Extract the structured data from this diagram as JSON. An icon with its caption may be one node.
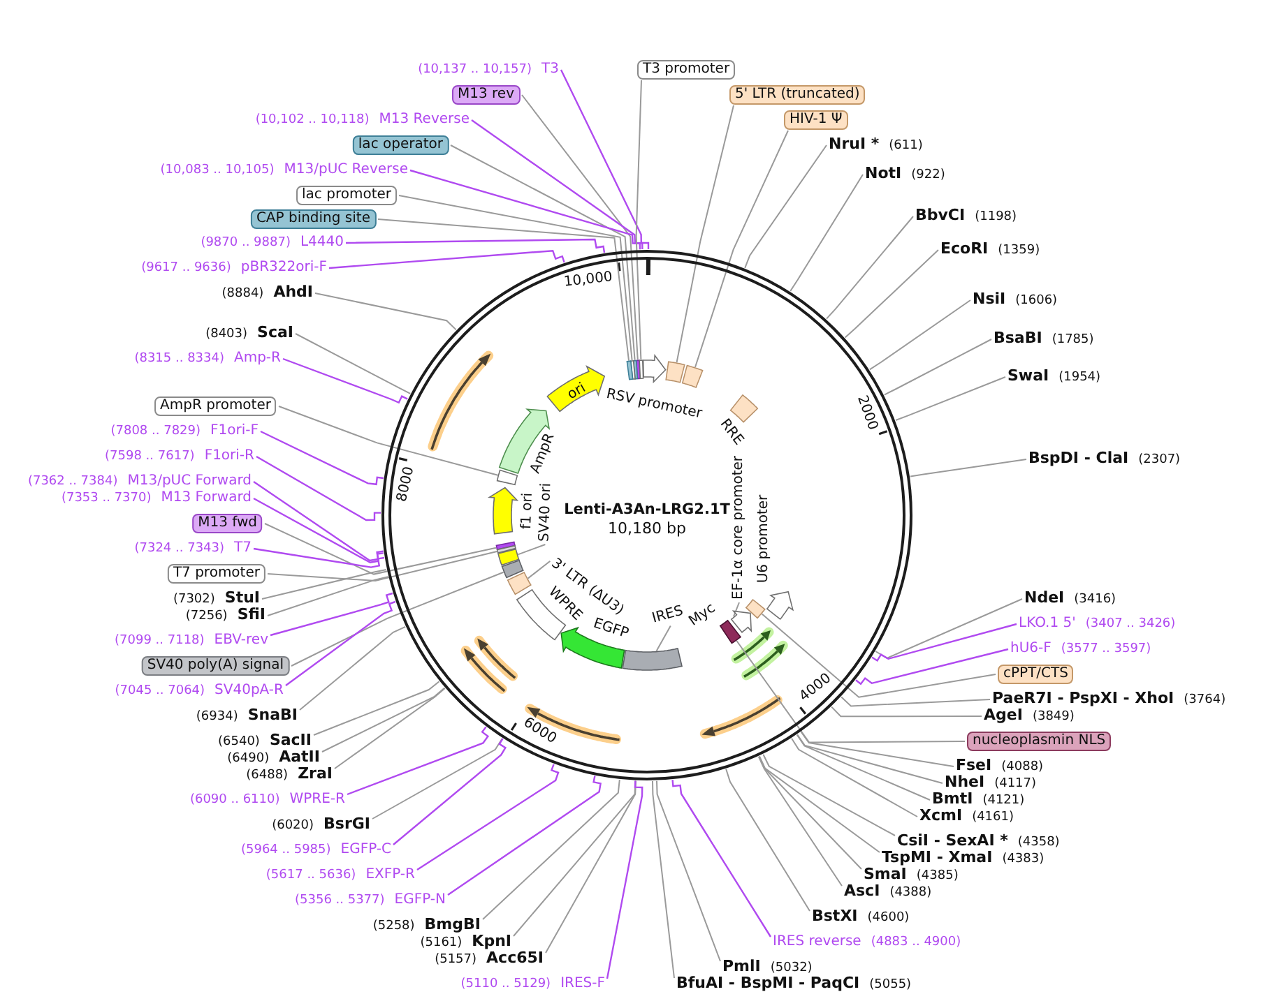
{
  "diagram": {
    "title": "Lenti-A3An-LRG2.1T",
    "nodes": [
      {
        "text": [
          "(10,137 .. 10,157)",
          "T3"
        ]
      },
      {
        "text": [
          "M13 rev"
        ]
      },
      {
        "text": [
          "(10,102 .. 10,118)",
          "M13 Reverse"
        ]
      },
      {
        "text": [
          "lac operator"
        ]
      },
      {
        "text": [
          "(10,083 .. 10,105)",
          "M13/pUC Reverse"
        ]
      },
      {
        "text": [
          "lac promoter"
        ]
      },
      {
        "text": [
          "CAP binding site"
        ]
      },
      {
        "text": [
          "(9870 .. 9887)",
          "L4440"
        ]
      },
      {
        "text": [
          "(9617 .. 9636)",
          "pBR322ori-F"
        ]
      },
      {
        "text": [
          "(8884)",
          "AhdI"
        ]
      },
      {
        "text": [
          "(8403)",
          "ScaI"
        ]
      },
      {
        "text": [
          "(8315 .. 8334)",
          "Amp-R"
        ]
      },
      {
        "text": [
          "AmpR promoter"
        ]
      },
      {
        "text": [
          "(7808 .. 7829)",
          "F1ori-F"
        ]
      },
      {
        "text": [
          "(7598 .. 7617)",
          "F1ori-R"
        ]
      },
      {
        "text": [
          "(7362 .. 7384)",
          "M13/pUC Forward"
        ]
      },
      {
        "text": [
          "(7353 .. 7370)",
          "M13 Forward"
        ]
      },
      {
        "text": [
          "M13 fwd"
        ]
      },
      {
        "text": [
          "(7324 .. 7343)",
          "T7"
        ]
      },
      {
        "text": [
          "T7 promoter"
        ]
      },
      {
        "text": [
          "(7302)",
          "StuI"
        ]
      },
      {
        "text": [
          "(7256)",
          "SfiI"
        ]
      },
      {
        "text": [
          "(7099 .. 7118)",
          "EBV-rev"
        ]
      },
      {
        "text": [
          "SV40 poly(A) signal"
        ]
      },
      {
        "text": [
          "(7045 .. 7064)",
          "SV40pA-R"
        ]
      },
      {
        "text": [
          "(6934)",
          "SnaBI"
        ]
      },
      {
        "text": [
          "(6540)",
          "SacII"
        ]
      },
      {
        "text": [
          "(6490)",
          "AatII"
        ]
      },
      {
        "text": [
          "(6488)",
          "ZraI"
        ]
      },
      {
        "text": [
          "(6090 .. 6110)",
          "WPRE-R"
        ]
      },
      {
        "text": [
          "(6020)",
          "BsrGI"
        ]
      },
      {
        "text": [
          "(5964 .. 5985)",
          "EGFP-C"
        ]
      },
      {
        "text": [
          "(5617 .. 5636)",
          "EXFP-R"
        ]
      },
      {
        "text": [
          "(5356 .. 5377)",
          "EGFP-N"
        ]
      },
      {
        "text": [
          "(5258)",
          "BmgBI"
        ]
      },
      {
        "text": [
          "(5161)",
          "KpnI"
        ]
      },
      {
        "text": [
          "(5157)",
          "Acc65I"
        ]
      },
      {
        "text": [
          "(5110 .. 5129)",
          "IRES-F"
        ]
      },
      {
        "text": [
          "T3 promoter"
        ]
      },
      {
        "text": [
          "5' LTR (truncated)"
        ]
      },
      {
        "text": [
          "HIV-1 Ψ"
        ]
      },
      {
        "text": [
          "NruI *",
          "(611)"
        ]
      },
      {
        "text": [
          "NotI",
          "(922)"
        ]
      },
      {
        "text": [
          "BbvCI",
          "(1198)"
        ]
      },
      {
        "text": [
          "EcoRI",
          "(1359)"
        ]
      },
      {
        "text": [
          "NsiI",
          "(1606)"
        ]
      },
      {
        "text": [
          "BsaBI",
          "(1785)"
        ]
      },
      {
        "text": [
          "SwaI",
          "(1954)"
        ]
      },
      {
        "text": [
          "BspDI - ClaI",
          "(2307)"
        ]
      },
      {
        "text": [
          "NdeI",
          "(3416)"
        ]
      },
      {
        "text": [
          "LKO.1 5'",
          "(3407 .. 3426)"
        ]
      },
      {
        "text": [
          "hU6-F",
          "(3577 .. 3597)"
        ]
      },
      {
        "text": [
          "cPPT/CTS"
        ]
      },
      {
        "text": [
          "PaeR7I - PspXI - XhoI",
          "(3764)"
        ]
      },
      {
        "text": [
          "AgeI",
          "(3849)"
        ]
      },
      {
        "text": [
          "nucleoplasmin NLS"
        ]
      },
      {
        "text": [
          "FseI",
          "(4088)"
        ]
      },
      {
        "text": [
          "NheI",
          "(4117)"
        ]
      },
      {
        "text": [
          "BmtI",
          "(4121)"
        ]
      },
      {
        "text": [
          "XcmI",
          "(4161)"
        ]
      },
      {
        "text": [
          "CsiI - SexAI *",
          "(4358)"
        ]
      },
      {
        "text": [
          "TspMI - XmaI",
          "(4383)"
        ]
      },
      {
        "text": [
          "SmaI",
          "(4385)"
        ]
      },
      {
        "text": [
          "AscI",
          "(4388)"
        ]
      },
      {
        "text": [
          "BstXI",
          "(4600)"
        ]
      },
      {
        "text": [
          "IRES reverse",
          "(4883 .. 4900)"
        ]
      },
      {
        "text": [
          "PmlI",
          "(5032)"
        ]
      },
      {
        "text": [
          "BfuAI - BspMI - PaqCI",
          "(5055)"
        ]
      },
      {
        "text": [],
        "shape": "circle"
      },
      {
        "text": [
          "ori"
        ],
        "in": 68
      },
      {
        "text": [
          "SV40 ori"
        ],
        "in": 68
      },
      {
        "text": [
          "3' LTR (ΔU3)"
        ],
        "in": 68
      },
      {
        "text": [
          "IRES"
        ],
        "in": 68
      },
      {
        "text": [
          "EF-1α core promoter"
        ],
        "in": 68
      },
      {
        "text": [],
        "shape": "box",
        "in": 68
      },
      {
        "text": [],
        "shape": "box",
        "in": 68
      },
      {
        "text": [],
        "shape": "box",
        "in": 68
      },
      {
        "text": [],
        "shape": "box",
        "in": 68
      },
      {
        "text": [],
        "shape": "box",
        "in": 68
      },
      {
        "text": [],
        "shape": "box",
        "in": 68
      },
      {
        "text": [],
        "shape": "box",
        "in": 68
      },
      {
        "text": [],
        "shape": "box",
        "in": 68
      },
      {
        "text": [],
        "shape": "box",
        "in": 68
      },
      {
        "text": [],
        "shape": "box",
        "in": 68
      },
      {
        "text": [],
        "shape": "box",
        "in": 68
      },
      {
        "text": [],
        "shape": "box",
        "in": 68
      },
      {
        "text": [],
        "shape": "box",
        "in": 68
      },
      {
        "text": [],
        "shape": "box",
        "in": 68
      },
      {
        "text": [],
        "shape": "box",
        "in": 68
      },
      {
        "text": [],
        "shape": "box",
        "in": 68
      },
      {
        "text": [],
        "shape": "arrow",
        "in": 68
      },
      {
        "text": [],
        "shape": "arrow",
        "in": 68
      },
      {
        "text": [],
        "shape": "box",
        "in": 68
      },
      {
        "text": [],
        "shape": "arrow",
        "in": 68
      },
      {
        "text": [],
        "shape": "arrow",
        "in": 68
      },
      {
        "text": [],
        "shape": "box",
        "in": 68
      },
      {
        "text": [],
        "shape": "arrow",
        "in": 68
      },
      {
        "text": [],
        "shape": "arrow",
        "in": 68
      }
    ],
    "edges": [
      {
        "from": 0,
        "to": 68,
        "arrow": "none",
        "color": "#b04af0"
      },
      {
        "from": 1,
        "to": 74,
        "arrow": "none"
      },
      {
        "from": 2,
        "to": 68,
        "arrow": "none",
        "color": "#b04af0"
      },
      {
        "from": 3,
        "to": 75,
        "arrow": "none"
      },
      {
        "from": 4,
        "to": 68,
        "arrow": "none",
        "color": "#b04af0"
      },
      {
        "from": 5,
        "to": 76,
        "arrow": "none"
      },
      {
        "from": 6,
        "to": 77,
        "arrow": "none"
      },
      {
        "from": 7,
        "to": 68,
        "arrow": "none",
        "color": "#b04af0"
      },
      {
        "from": 8,
        "to": 68,
        "arrow": "none",
        "color": "#b04af0"
      },
      {
        "from": 9,
        "to": 68,
        "arrow": "none"
      },
      {
        "from": 10,
        "to": 68,
        "arrow": "none"
      },
      {
        "from": 11,
        "to": 68,
        "arrow": "none",
        "color": "#b04af0"
      },
      {
        "from": 12,
        "to": 78,
        "arrow": "none"
      },
      {
        "from": 13,
        "to": 68,
        "arrow": "none",
        "color": "#b04af0"
      },
      {
        "from": 14,
        "to": 68,
        "arrow": "none",
        "color": "#b04af0"
      },
      {
        "from": 15,
        "to": 68,
        "arrow": "none",
        "color": "#b04af0"
      },
      {
        "from": 16,
        "to": 68,
        "arrow": "none",
        "color": "#b04af0"
      },
      {
        "from": 17,
        "to": 79,
        "arrow": "none"
      },
      {
        "from": 18,
        "to": 68,
        "arrow": "none",
        "color": "#b04af0"
      },
      {
        "from": 19,
        "to": 80,
        "arrow": "none"
      },
      {
        "from": 20,
        "to": 68,
        "arrow": "none"
      },
      {
        "from": 21,
        "to": 68,
        "arrow": "none"
      },
      {
        "from": 22,
        "to": 68,
        "arrow": "none",
        "color": "#b04af0"
      },
      {
        "from": 23,
        "to": 81,
        "arrow": "none"
      },
      {
        "from": 24,
        "to": 68,
        "arrow": "none",
        "color": "#b04af0"
      },
      {
        "from": 25,
        "to": 68,
        "arrow": "none"
      },
      {
        "from": 26,
        "to": 68,
        "arrow": "none"
      },
      {
        "from": 27,
        "to": 68,
        "arrow": "none"
      },
      {
        "from": 28,
        "to": 68,
        "arrow": "none"
      },
      {
        "from": 29,
        "to": 68,
        "arrow": "none",
        "color": "#b04af0"
      },
      {
        "from": 30,
        "to": 68,
        "arrow": "none"
      },
      {
        "from": 31,
        "to": 68,
        "arrow": "none",
        "color": "#b04af0"
      },
      {
        "from": 32,
        "to": 68,
        "arrow": "none",
        "color": "#b04af0"
      },
      {
        "from": 33,
        "to": 68,
        "arrow": "none",
        "color": "#b04af0"
      },
      {
        "from": 34,
        "to": 68,
        "arrow": "none"
      },
      {
        "from": 35,
        "to": 68,
        "arrow": "none"
      },
      {
        "from": 36,
        "to": 68,
        "arrow": "none"
      },
      {
        "from": 37,
        "to": 68,
        "arrow": "none",
        "color": "#b04af0"
      },
      {
        "from": 38,
        "to": 82,
        "arrow": "none"
      },
      {
        "from": 39,
        "to": 83,
        "arrow": "none"
      },
      {
        "from": 40,
        "to": 84,
        "arrow": "none"
      },
      {
        "from": 41,
        "to": 68,
        "arrow": "none"
      },
      {
        "from": 42,
        "to": 68,
        "arrow": "none"
      },
      {
        "from": 43,
        "to": 68,
        "arrow": "none"
      },
      {
        "from": 44,
        "to": 68,
        "arrow": "none"
      },
      {
        "from": 45,
        "to": 68,
        "arrow": "none"
      },
      {
        "from": 46,
        "to": 68,
        "arrow": "none"
      },
      {
        "from": 47,
        "to": 68,
        "arrow": "none"
      },
      {
        "from": 48,
        "to": 68,
        "arrow": "none"
      },
      {
        "from": 49,
        "to": 68,
        "arrow": "none"
      },
      {
        "from": 50,
        "to": 68,
        "arrow": "none",
        "color": "#b04af0"
      },
      {
        "from": 51,
        "to": 68,
        "arrow": "none",
        "color": "#b04af0"
      },
      {
        "from": 52,
        "to": 85,
        "arrow": "none"
      },
      {
        "from": 53,
        "to": 68,
        "arrow": "none"
      },
      {
        "from": 54,
        "to": 68,
        "arrow": "none"
      },
      {
        "from": 55,
        "to": 86,
        "arrow": "none"
      },
      {
        "from": 56,
        "to": 68,
        "arrow": "none"
      },
      {
        "from": 57,
        "to": 68,
        "arrow": "none"
      },
      {
        "from": 58,
        "to": 68,
        "arrow": "none"
      },
      {
        "from": 59,
        "to": 68,
        "arrow": "none"
      },
      {
        "from": 60,
        "to": 68,
        "arrow": "none"
      },
      {
        "from": 61,
        "to": 68,
        "arrow": "none"
      },
      {
        "from": 62,
        "to": 68,
        "arrow": "none"
      },
      {
        "from": 63,
        "to": 68,
        "arrow": "none"
      },
      {
        "from": 64,
        "to": 68,
        "arrow": "none"
      },
      {
        "from": 65,
        "to": 68,
        "arrow": "none",
        "color": "#b04af0"
      },
      {
        "from": 66,
        "to": 68,
        "arrow": "none"
      },
      {
        "from": 67,
        "to": 68,
        "arrow": "none"
      },
      {
        "from": 70,
        "to": 87,
        "arrow": "none"
      },
      {
        "from": 71,
        "to": 88,
        "arrow": "none"
      },
      {
        "from": 72,
        "to": 89,
        "arrow": "none"
      },
      {
        "from": 73,
        "to": 90,
        "arrow": "none"
      }
    ],
    "labels": [
      "10,180 bp",
      "10,000",
      "2000",
      "4000",
      "6000",
      "8000",
      "RSV promoter",
      "RRE",
      "U6 promoter",
      "Myc",
      "EGFP",
      "WPRE",
      "AmpR",
      "f1 ori"
    ]
  }
}
